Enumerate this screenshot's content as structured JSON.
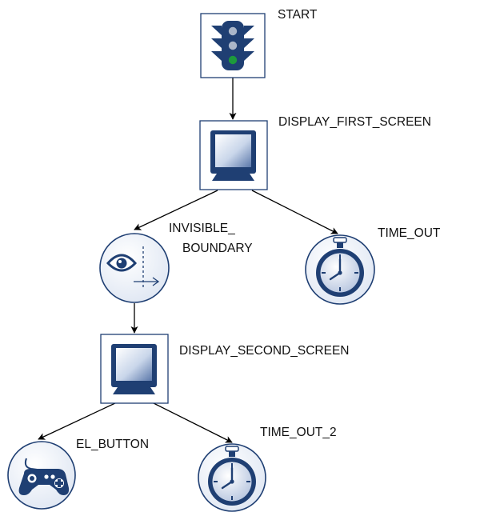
{
  "diagram": {
    "nodes": [
      {
        "id": "start",
        "label": "START",
        "icon": "traffic-light-icon"
      },
      {
        "id": "display_first_screen",
        "label": "DISPLAY_FIRST_SCREEN",
        "icon": "monitor-icon"
      },
      {
        "id": "invisible_boundary",
        "label_lines": [
          "INVISIBLE_",
          "BOUNDARY"
        ],
        "icon": "eye-boundary-icon"
      },
      {
        "id": "time_out",
        "label": "TIME_OUT",
        "icon": "stopwatch-icon"
      },
      {
        "id": "display_second_screen",
        "label": "DISPLAY_SECOND_SCREEN",
        "icon": "monitor-icon"
      },
      {
        "id": "el_button",
        "label": "EL_BUTTON",
        "icon": "gamepad-icon"
      },
      {
        "id": "time_out_2",
        "label": "TIME_OUT_2",
        "icon": "stopwatch-icon"
      }
    ],
    "edges": [
      {
        "from": "start",
        "to": "display_first_screen"
      },
      {
        "from": "display_first_screen",
        "to": "invisible_boundary"
      },
      {
        "from": "display_first_screen",
        "to": "time_out"
      },
      {
        "from": "invisible_boundary",
        "to": "display_second_screen"
      },
      {
        "from": "display_second_screen",
        "to": "el_button"
      },
      {
        "from": "display_second_screen",
        "to": "time_out_2"
      }
    ],
    "colors": {
      "accent": "#1f3f73",
      "edge": "#000000",
      "background": "#ffffff"
    }
  }
}
